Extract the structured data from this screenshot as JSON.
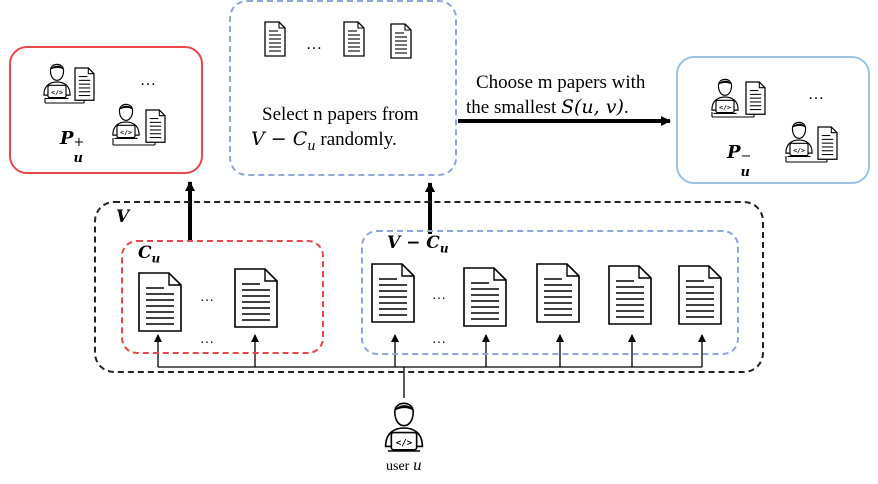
{
  "positive_set": {
    "label": "P",
    "sup": "+",
    "sub": "u",
    "ellipsis": "…"
  },
  "negative_set": {
    "label": "P",
    "sup": "−",
    "sub": "u",
    "ellipsis": "…"
  },
  "candidate_box": {
    "ellipsis": "…",
    "line1": "Select n papers from",
    "line2_math": "V − C",
    "line2_sub": "u",
    "line2_rest": " randomly."
  },
  "arrow_label": {
    "line1": "Choose m papers with",
    "line2_pre": "the smallest ",
    "line2_math": "S(u,  v)",
    "line2_post": "."
  },
  "universe": {
    "label": "V"
  },
  "clicked": {
    "label": "C",
    "sub": "u",
    "ellipsis_mid": "…",
    "ellipsis_bottom": "…"
  },
  "unclicked": {
    "label": "V − C",
    "sub": "u",
    "ellipsis_mid": "…",
    "ellipsis_bottom": "…"
  },
  "user": {
    "label_prefix": "user ",
    "label_var": "u"
  },
  "colors": {
    "positive_border": "#e8474a",
    "candidate_border": "#8fa7d8",
    "negative_border": "#9cc3e3",
    "universe_border": "#222222",
    "clicked_border": "#e8474a",
    "unclicked_border": "#8fa7d8"
  }
}
